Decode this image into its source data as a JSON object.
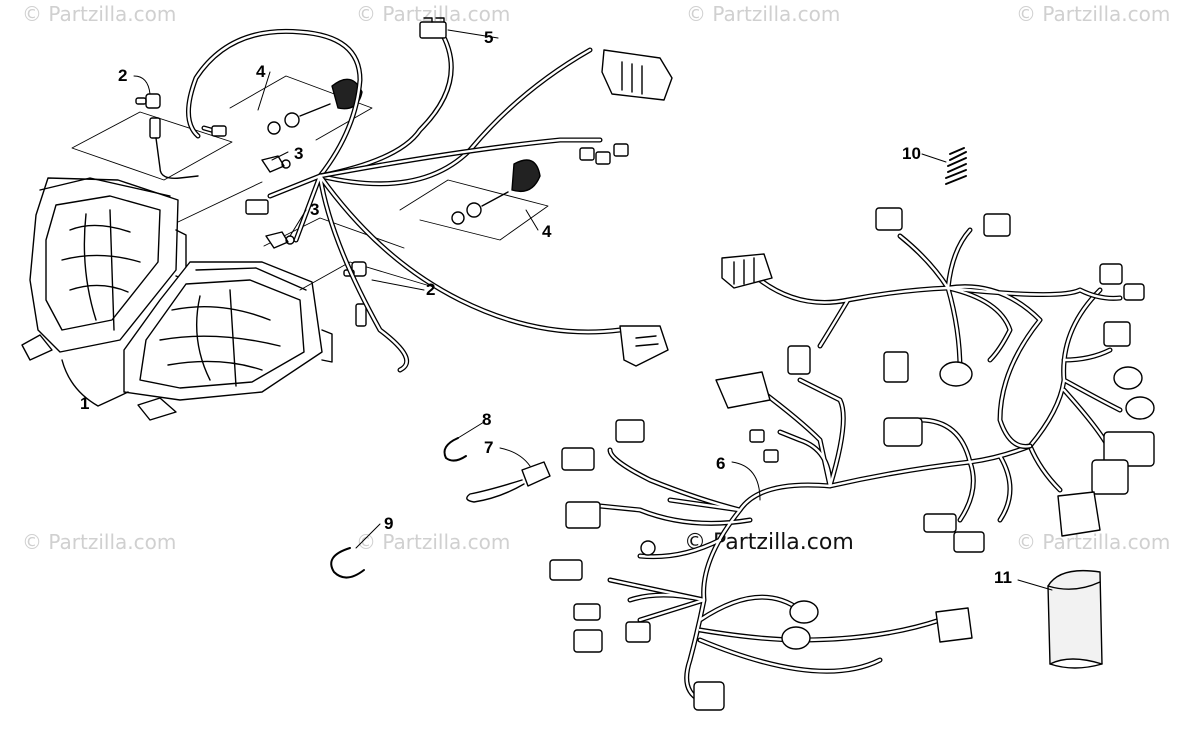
{
  "watermarks": {
    "text": "© Partzilla.com",
    "main": "© Partzilla.com"
  },
  "callouts": [
    "1",
    "2",
    "2",
    "3",
    "3",
    "4",
    "4",
    "5",
    "6",
    "7",
    "8",
    "9",
    "10",
    "11"
  ],
  "colors": {
    "line": "#000000",
    "watermark": "#d0d0d0",
    "background": "#ffffff"
  }
}
